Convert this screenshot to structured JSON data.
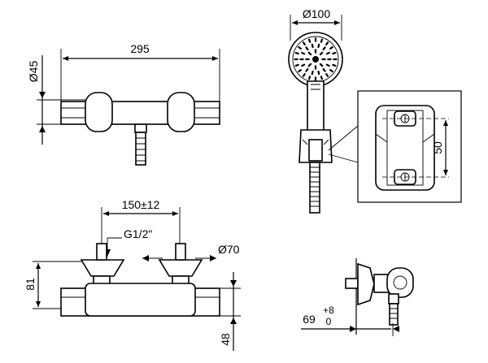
{
  "dimensions": {
    "width_valve": "295",
    "diameter_valve": "Ø45",
    "diameter_showerhead": "Ø100",
    "holder_height": "50",
    "center_distance": "150±12",
    "thread": "G1/2\"",
    "diameter_flange": "Ø70",
    "height_inlet": "81",
    "height_body": "48",
    "depth": "69",
    "depth_tol_upper": "+8",
    "depth_tol_lower": "0"
  }
}
